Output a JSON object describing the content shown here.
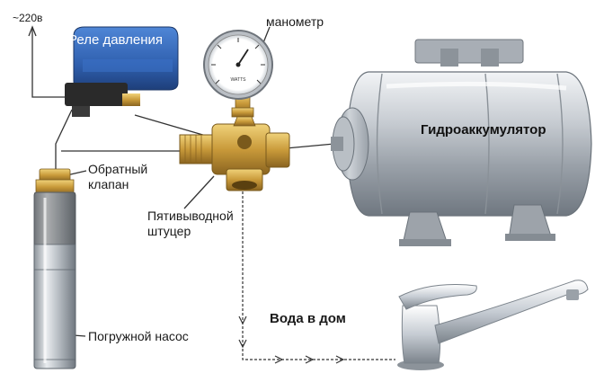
{
  "labels": {
    "voltage": "~220в",
    "pressure_relay": "Реле давления",
    "manometer": "манометр",
    "accumulator": "Гидроаккумулятор",
    "check_valve_line1": "Обратный",
    "check_valve_line2": "клапан",
    "fitting_line1": "Пятивыводной",
    "fitting_line2": "штуцер",
    "water_to_house": "Вода в дом",
    "submersible_pump": "Погружной насос"
  },
  "gauge": {
    "brand": "WATTS"
  },
  "colors": {
    "relay_blue": "#2f5fae",
    "brass": "#c99a3a",
    "steel": "#c9cdd2",
    "line": "#333333"
  }
}
